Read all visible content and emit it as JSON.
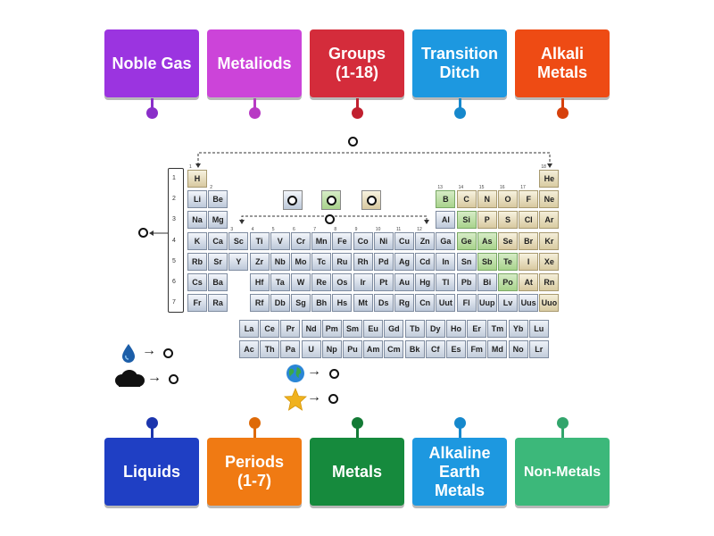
{
  "top_labels": [
    {
      "label": "Noble Gas",
      "color": "#9b34e0",
      "dot": "#8a2ec9"
    },
    {
      "label": "Metaliods",
      "color": "#cc44d9",
      "dot": "#b83ac4"
    },
    {
      "label": "Groups\n(1-18)",
      "color": "#d42c3b",
      "dot": "#c1202f"
    },
    {
      "label": "Transition\nDitch",
      "color": "#1d98e0",
      "dot": "#1688cc"
    },
    {
      "label": "Alkali\nMetals",
      "color": "#ee4b14",
      "dot": "#d6400c"
    }
  ],
  "bottom_labels": [
    {
      "label": "Liquids",
      "color": "#1f3fc4",
      "dot": "#1c35ad"
    },
    {
      "label": "Periods\n(1-7)",
      "color": "#f07a13",
      "dot": "#de6a08"
    },
    {
      "label": "Metals",
      "color": "#168a3d",
      "dot": "#137a35"
    },
    {
      "label": "Alkaline\nEarth\nMetals",
      "color": "#1d98e0",
      "dot": "#1688cc"
    },
    {
      "label": "Non-Metals",
      "color": "#3cb87a",
      "dot": "#32a56c"
    }
  ],
  "elements": {
    "rows": [
      [
        "H",
        "",
        "",
        "",
        "",
        "",
        "",
        "",
        "",
        "",
        "",
        "",
        "",
        "",
        "",
        "",
        "",
        "He"
      ],
      [
        "Li",
        "Be",
        "",
        "",
        "",
        "",
        "",
        "",
        "",
        "",
        "",
        "",
        "B",
        "C",
        "N",
        "O",
        "F",
        "Ne"
      ],
      [
        "Na",
        "Mg",
        "",
        "",
        "",
        "",
        "",
        "",
        "",
        "",
        "",
        "",
        "Al",
        "Si",
        "P",
        "S",
        "Cl",
        "Ar"
      ],
      [
        "K",
        "Ca",
        "Sc",
        "Ti",
        "V",
        "Cr",
        "Mn",
        "Fe",
        "Co",
        "Ni",
        "Cu",
        "Zn",
        "Ga",
        "Ge",
        "As",
        "Se",
        "Br",
        "Kr"
      ],
      [
        "Rb",
        "Sr",
        "Y",
        "Zr",
        "Nb",
        "Mo",
        "Tc",
        "Ru",
        "Rh",
        "Pd",
        "Ag",
        "Cd",
        "In",
        "Sn",
        "Sb",
        "Te",
        "I",
        "Xe"
      ],
      [
        "Cs",
        "Ba",
        "",
        "Hf",
        "Ta",
        "W",
        "Re",
        "Os",
        "Ir",
        "Pt",
        "Au",
        "Hg",
        "Tl",
        "Pb",
        "Bi",
        "Po",
        "At",
        "Rn"
      ],
      [
        "Fr",
        "Ra",
        "",
        "Rf",
        "Db",
        "Sg",
        "Bh",
        "Hs",
        "Mt",
        "Ds",
        "Rg",
        "Cn",
        "Uut",
        "Fl",
        "Uup",
        "Lv",
        "Uus",
        "Uuo"
      ]
    ],
    "lanthanides": [
      "La",
      "Ce",
      "Pr",
      "Nd",
      "Pm",
      "Sm",
      "Eu",
      "Gd",
      "Tb",
      "Dy",
      "Ho",
      "Er",
      "Tm",
      "Yb",
      "Lu"
    ],
    "actinides": [
      "Ac",
      "Th",
      "Pa",
      "U",
      "Np",
      "Pu",
      "Am",
      "Cm",
      "Bk",
      "Cf",
      "Es",
      "Fm",
      "Md",
      "No",
      "Lr"
    ],
    "period_numbers": [
      "1",
      "2",
      "3",
      "4",
      "5",
      "6",
      "7"
    ],
    "group_numbers": [
      "1",
      "2",
      "3",
      "4",
      "5",
      "6",
      "7",
      "8",
      "9",
      "10",
      "11",
      "12",
      "13",
      "14",
      "15",
      "16",
      "17",
      "18"
    ]
  },
  "legend": {
    "liquid_icon": "water-drop-icon",
    "gas_icon": "cloud-icon",
    "earth_icon": "globe-icon",
    "synthetic_icon": "star-icon",
    "arrow": "→"
  }
}
